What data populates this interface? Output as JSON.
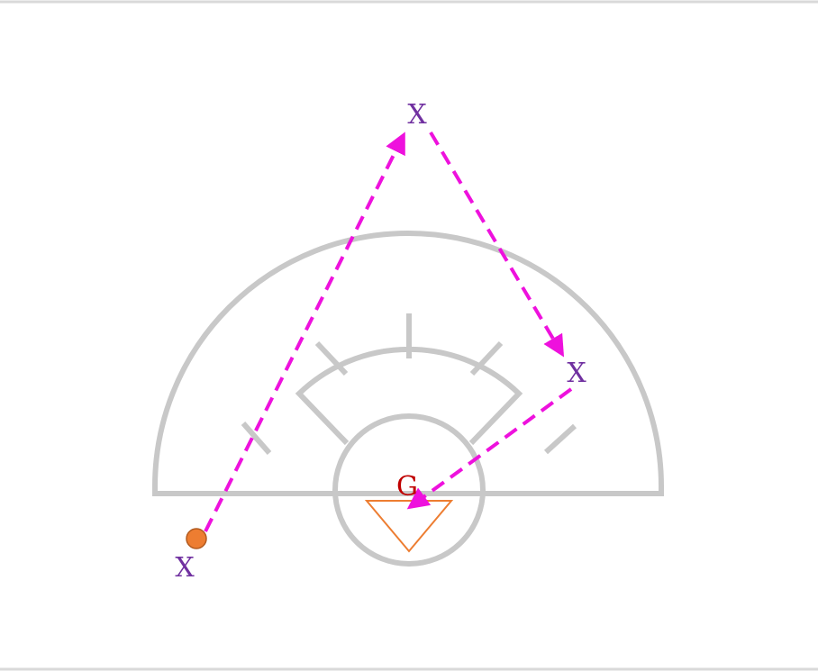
{
  "colors": {
    "court_lines": "#c8c8c8",
    "pass_arrows": "#ee11dd",
    "player_marks": "#7030a0",
    "goalie_mark": "#c00000",
    "ball_fill": "#ed7d31",
    "goal_outline": "#ed7d31",
    "border": "#d9d9d9"
  },
  "players": [
    {
      "label": "X"
    },
    {
      "label": "X"
    },
    {
      "label": "X"
    }
  ],
  "goalie": {
    "label": "G"
  }
}
